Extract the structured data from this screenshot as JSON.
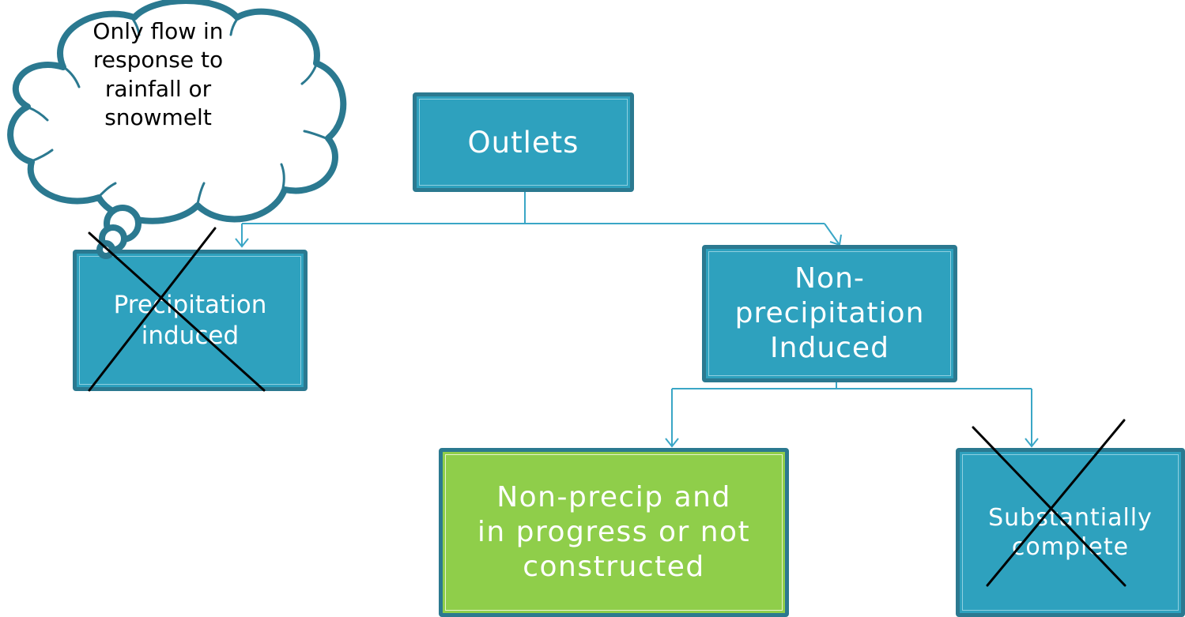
{
  "nodes": {
    "outlets": "Outlets",
    "precipitation_induced": "Precipitation\ninduced",
    "non_precipitation_induced": "Non-\nprecipitation\nInduced",
    "non_precip_in_progress": "Non-precip  and\nin progress or not\nconstructed",
    "substantially_complete": "Substantially\ncomplete"
  },
  "callout": {
    "text": "Only flow in\nresponse to\nrainfall or\nsnowmelt"
  },
  "colors": {
    "node_fill": "#2ea1be",
    "node_border": "#2b7990",
    "highlight_fill": "#8fce4a",
    "connector": "#3aa6c6",
    "cross_out": "#000000"
  }
}
